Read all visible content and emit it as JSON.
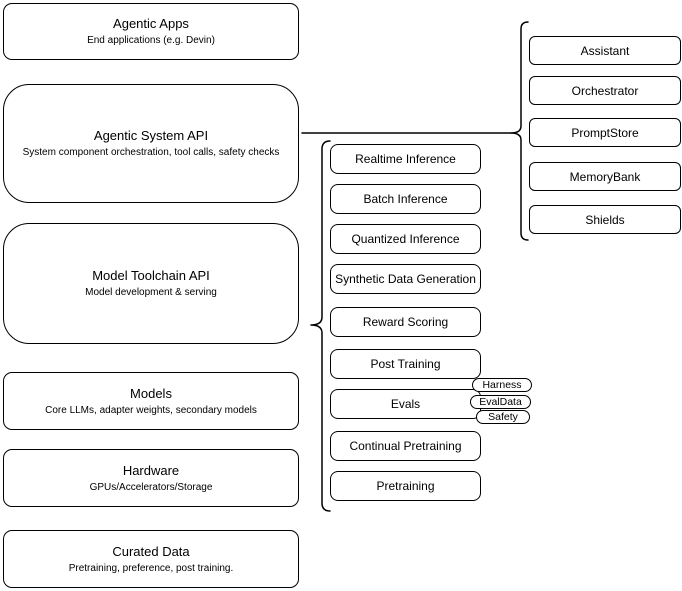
{
  "left_column": [
    {
      "title": "Agentic Apps",
      "subtitle": "End applications (e.g. Devin)"
    },
    {
      "title": "Agentic System API",
      "subtitle": "System component orchestration, tool calls, safety checks"
    },
    {
      "title": "Model Toolchain API",
      "subtitle": "Model development & serving"
    },
    {
      "title": "Models",
      "subtitle": "Core LLMs, adapter weights, secondary models"
    },
    {
      "title": "Hardware",
      "subtitle": "GPUs/Accelerators/Storage"
    },
    {
      "title": "Curated Data",
      "subtitle": "Pretraining, preference, post training."
    }
  ],
  "toolchain_components": [
    "Realtime Inference",
    "Batch Inference",
    "Quantized Inference",
    "Synthetic Data Generation",
    "Reward Scoring",
    "Post Training",
    "Evals",
    "Continual Pretraining",
    "Pretraining"
  ],
  "eval_tags": [
    "Harness",
    "EvalData",
    "Safety"
  ],
  "system_components": [
    "Assistant",
    "Orchestrator",
    "PromptStore",
    "MemoryBank",
    "Shields"
  ],
  "colors": {
    "stroke": "#000000",
    "node_fill": "#ffffff",
    "background": "#ffffff"
  }
}
